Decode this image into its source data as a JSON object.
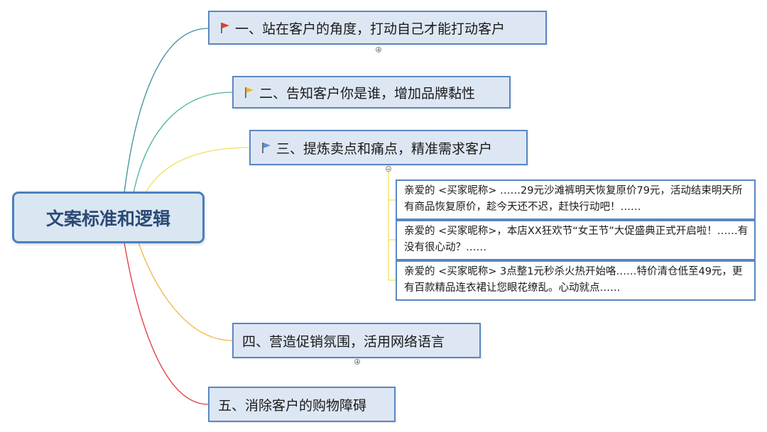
{
  "root": {
    "label": "文案标准和逻辑"
  },
  "branches": [
    {
      "label": "一、站在客户的角度，打动自己才能打动客户",
      "flag_color": "#e0403a",
      "line_color": "#3f8f98",
      "collapsed": true
    },
    {
      "label": "二、告知客户你是谁，增加品牌黏性",
      "flag_color": "#f2b531",
      "line_color": "#4db3a0",
      "collapsed": false
    },
    {
      "label": "三、提炼卖点和痛点，精准需求客户",
      "flag_color": "#5f8fd8",
      "line_color": "#f0e05a",
      "collapsed": false
    },
    {
      "label": "四、营造促销氛围，活用网络语言",
      "flag_color": "",
      "line_color": "#f2b64a",
      "collapsed": true
    },
    {
      "label": "五、消除客户的购物障碍",
      "flag_color": "",
      "line_color": "#e0393a",
      "collapsed": false
    }
  ],
  "subtopics": [
    {
      "text": "亲爱的 <买家昵称> ……29元沙滩裤明天恢复原价79元，活动结束明天所有商品恢复原价，趁今天还不迟，赶快行动吧！……"
    },
    {
      "text": "亲爱的 <买家昵称>，本店XX狂欢节“女王节”大促盛典正式开启啦！……有没有很心动？……"
    },
    {
      "text": "亲爱的 <买家昵称> 3点整1元秒杀火热开始咯……特价清仓低至49元，更有百款精品连衣裙让您眼花缭乱。心动就点……"
    }
  ]
}
